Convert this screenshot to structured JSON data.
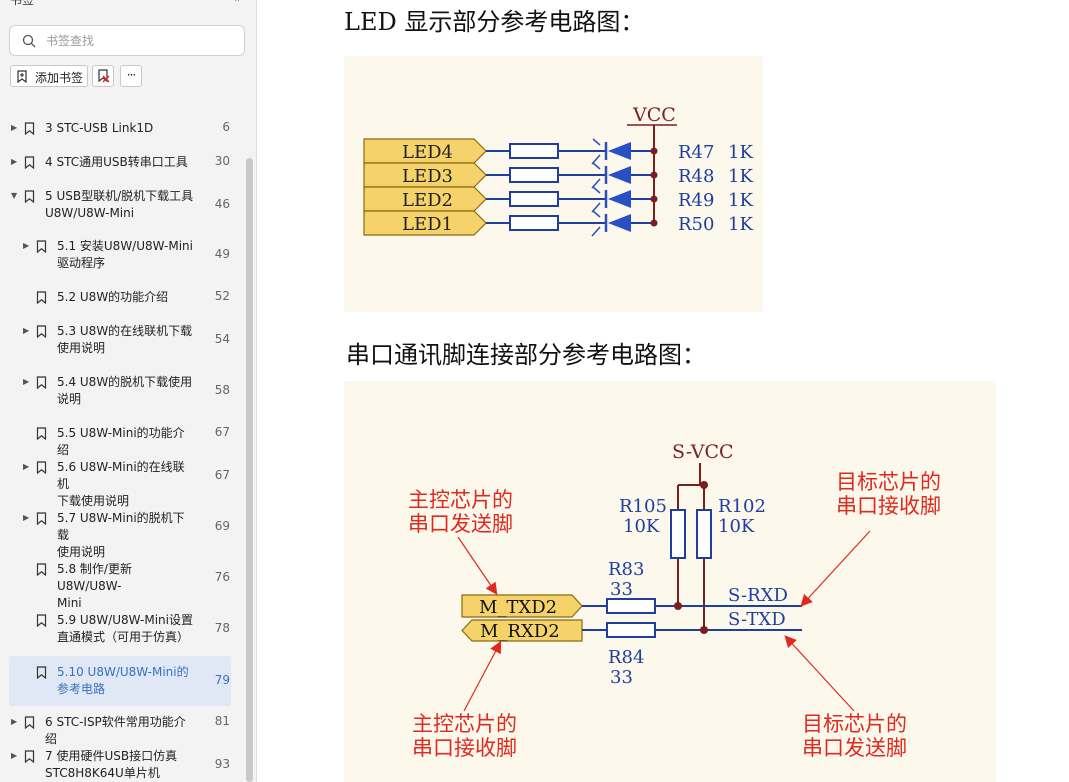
{
  "sidebar": {
    "title": "书签",
    "close_glyph": "«",
    "search": {
      "placeholder": "书签查找",
      "value": ""
    },
    "toolbar": {
      "add_label": "添加书签",
      "more_label": "···"
    },
    "items": [
      {
        "label1": "3  STC-USB Link1D",
        "label2": "",
        "page": "6",
        "level": 1,
        "arrow": "▶"
      },
      {
        "label1": "4  STC通用USB转串口工具",
        "label2": "",
        "page": "30",
        "level": 1,
        "arrow": "▶"
      },
      {
        "label1": "5  USB型联机/脱机下载工具",
        "label2": "U8W/U8W-Mini",
        "page": "46",
        "level": 1,
        "arrow": "▼"
      },
      {
        "label1": "5.1  安装U8W/U8W-Mini",
        "label2": "驱动程序",
        "page": "49",
        "level": 2,
        "arrow": "▶"
      },
      {
        "label1": "5.2  U8W的功能介绍",
        "label2": "",
        "page": "52",
        "level": 2,
        "arrow": ""
      },
      {
        "label1": "5.3  U8W的在线联机下载",
        "label2": "使用说明",
        "page": "54",
        "level": 2,
        "arrow": "▶"
      },
      {
        "label1": "5.4  U8W的脱机下载使用",
        "label2": "说明",
        "page": "58",
        "level": 2,
        "arrow": "▶"
      },
      {
        "label1": "5.5  U8W-Mini的功能介绍",
        "label2": "",
        "page": "67",
        "level": 2,
        "arrow": ""
      },
      {
        "label1": "5.6 U8W-Mini的在线联机",
        "label2": "下载使用说明",
        "page": "67",
        "level": 2,
        "arrow": "▶"
      },
      {
        "label1": "5.7 U8W-Mini的脱机下载",
        "label2": "使用说明",
        "page": "69",
        "level": 2,
        "arrow": "▶"
      },
      {
        "label1": "5.8  制作/更新U8W/U8W-",
        "label2": "Mini",
        "page": "76",
        "level": 2,
        "arrow": ""
      },
      {
        "label1": "5.9  U8W/U8W-Mini设置",
        "label2": "直通模式（可用于仿真）",
        "page": "78",
        "level": 2,
        "arrow": ""
      },
      {
        "label1": "5.10  U8W/U8W-Mini的",
        "label2": "参考电路",
        "page": "79",
        "level": 2,
        "arrow": "",
        "selected": true
      },
      {
        "label1": "6 STC-ISP软件常用功能介绍",
        "label2": "",
        "page": "81",
        "level": 1,
        "arrow": "▶"
      },
      {
        "label1": "7  使用硬件USB接口仿真",
        "label2": "STC8H8K64U单片机",
        "page": "93",
        "level": 1,
        "arrow": "▶"
      }
    ]
  },
  "document": {
    "heading_led": "LED 显示部分参考电路图：",
    "heading_uart": "串口通讯脚连接部分参考电路图：",
    "fig_led": {
      "vcc": "VCC",
      "leds": [
        "LED4",
        "LED3",
        "LED2",
        "LED1"
      ],
      "resistors": [
        "R47",
        "R48",
        "R49",
        "R50"
      ],
      "value": "1K"
    },
    "fig_uart": {
      "svcc": "S-VCC",
      "r105": "R105",
      "r102": "R102",
      "pullup_value": "10K",
      "r83": "R83",
      "r84": "R84",
      "series_value": "33",
      "m_txd": "M_TXD2",
      "m_rxd": "M_RXD2",
      "s_rxd": "S-RXD",
      "s_txd": "S-TXD",
      "master_tx_l1": "主控芯片的",
      "master_tx_l2": "串口发送脚",
      "master_rx_l1": "主控芯片的",
      "master_rx_l2": "串口接收脚",
      "target_rx_l1": "目标芯片的",
      "target_rx_l2": "串口接收脚",
      "target_tx_l1": "目标芯片的",
      "target_tx_l2": "串口发送脚"
    },
    "colors": {
      "wire": "#1f3fa0",
      "label_fill": "#f6d36a",
      "annot": "#e0291f",
      "schem": "#7a1f1f"
    }
  }
}
